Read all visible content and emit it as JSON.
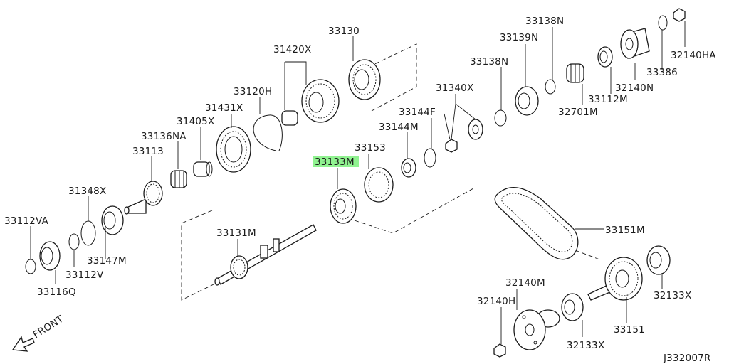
{
  "diagram": {
    "drawing_code": "J332007R",
    "front_label": "FRONT",
    "highlighted_part": "33133M",
    "parts": [
      {
        "id": "p-33130",
        "label": "33130"
      },
      {
        "id": "p-31420x",
        "label": "31420X"
      },
      {
        "id": "p-33120h",
        "label": "33120H"
      },
      {
        "id": "p-31431x",
        "label": "31431X"
      },
      {
        "id": "p-31405x",
        "label": "31405X"
      },
      {
        "id": "p-33136na",
        "label": "33136NA"
      },
      {
        "id": "p-33113",
        "label": "33113"
      },
      {
        "id": "p-31348x",
        "label": "31348X"
      },
      {
        "id": "p-33112va",
        "label": "33112VA"
      },
      {
        "id": "p-33147m",
        "label": "33147M"
      },
      {
        "id": "p-33112v",
        "label": "33112V"
      },
      {
        "id": "p-33116q",
        "label": "33116Q"
      },
      {
        "id": "p-33131m",
        "label": "33131M"
      },
      {
        "id": "p-33133m",
        "label": "33133M"
      },
      {
        "id": "p-33153",
        "label": "33153"
      },
      {
        "id": "p-33144m",
        "label": "33144M"
      },
      {
        "id": "p-33144f",
        "label": "33144F"
      },
      {
        "id": "p-31340x",
        "label": "31340X"
      },
      {
        "id": "p-33138n-a",
        "label": "33138N"
      },
      {
        "id": "p-33139n",
        "label": "33139N"
      },
      {
        "id": "p-33138n-b",
        "label": "33138N"
      },
      {
        "id": "p-32701m",
        "label": "32701M"
      },
      {
        "id": "p-33112m",
        "label": "33112M"
      },
      {
        "id": "p-32140n",
        "label": "32140N"
      },
      {
        "id": "p-33386",
        "label": "33386"
      },
      {
        "id": "p-32140ha",
        "label": "32140HA"
      },
      {
        "id": "p-33151m",
        "label": "33151M"
      },
      {
        "id": "p-32140m",
        "label": "32140M"
      },
      {
        "id": "p-32140h",
        "label": "32140H"
      },
      {
        "id": "p-32133x-a",
        "label": "32133X"
      },
      {
        "id": "p-32133x-b",
        "label": "32133X"
      },
      {
        "id": "p-33151",
        "label": "33151"
      }
    ]
  }
}
